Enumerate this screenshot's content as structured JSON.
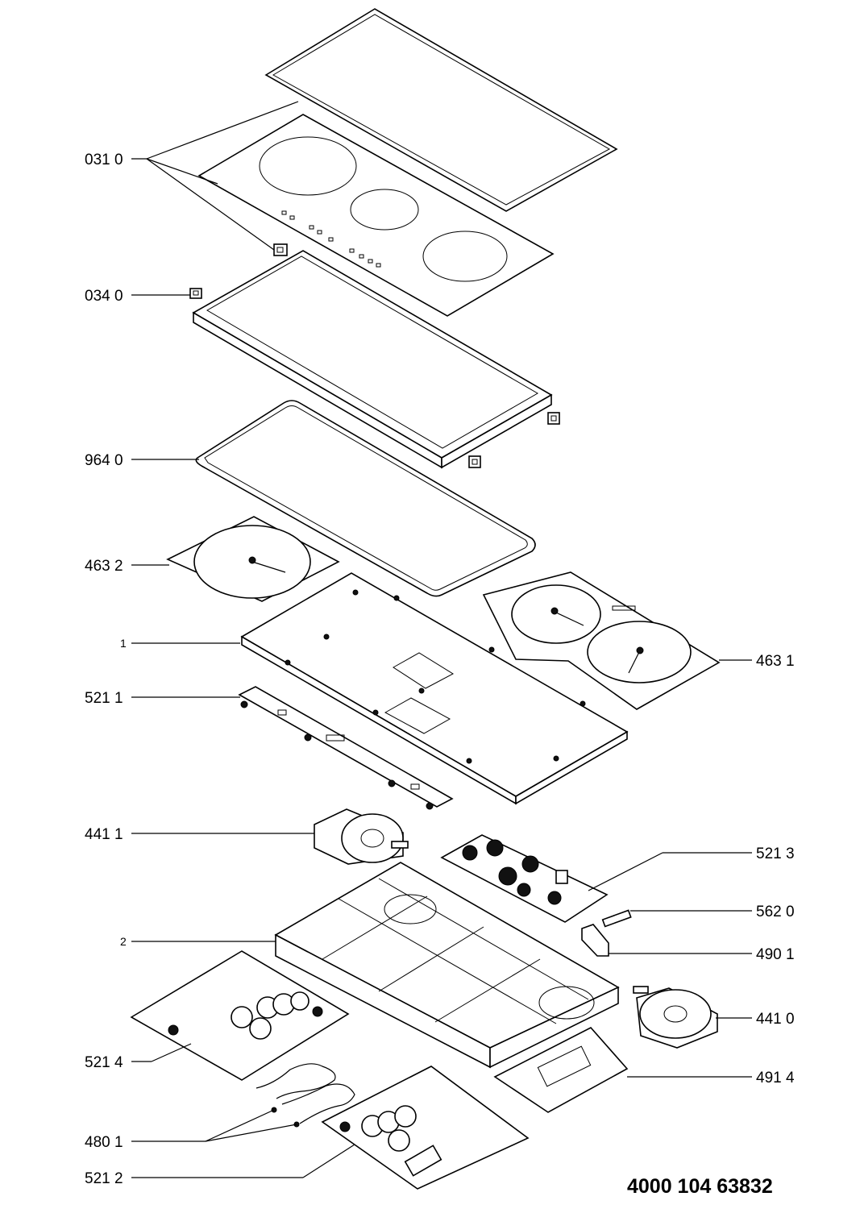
{
  "diagram": {
    "document_number": "4000 104 63832",
    "labels": {
      "l0310": "031 0",
      "l0340": "034 0",
      "l9640": "964 0",
      "l4632": "463 2",
      "l1": "1",
      "l5211": "521 1",
      "l4411": "441 1",
      "l2": "2",
      "l5214": "521 4",
      "l4801": "480 1",
      "l5212": "521 2",
      "l4631": "463 1",
      "l5213": "521 3",
      "l5620": "562 0",
      "l4901": "490 1",
      "l4410": "441 0",
      "l4914": "491 4"
    }
  }
}
